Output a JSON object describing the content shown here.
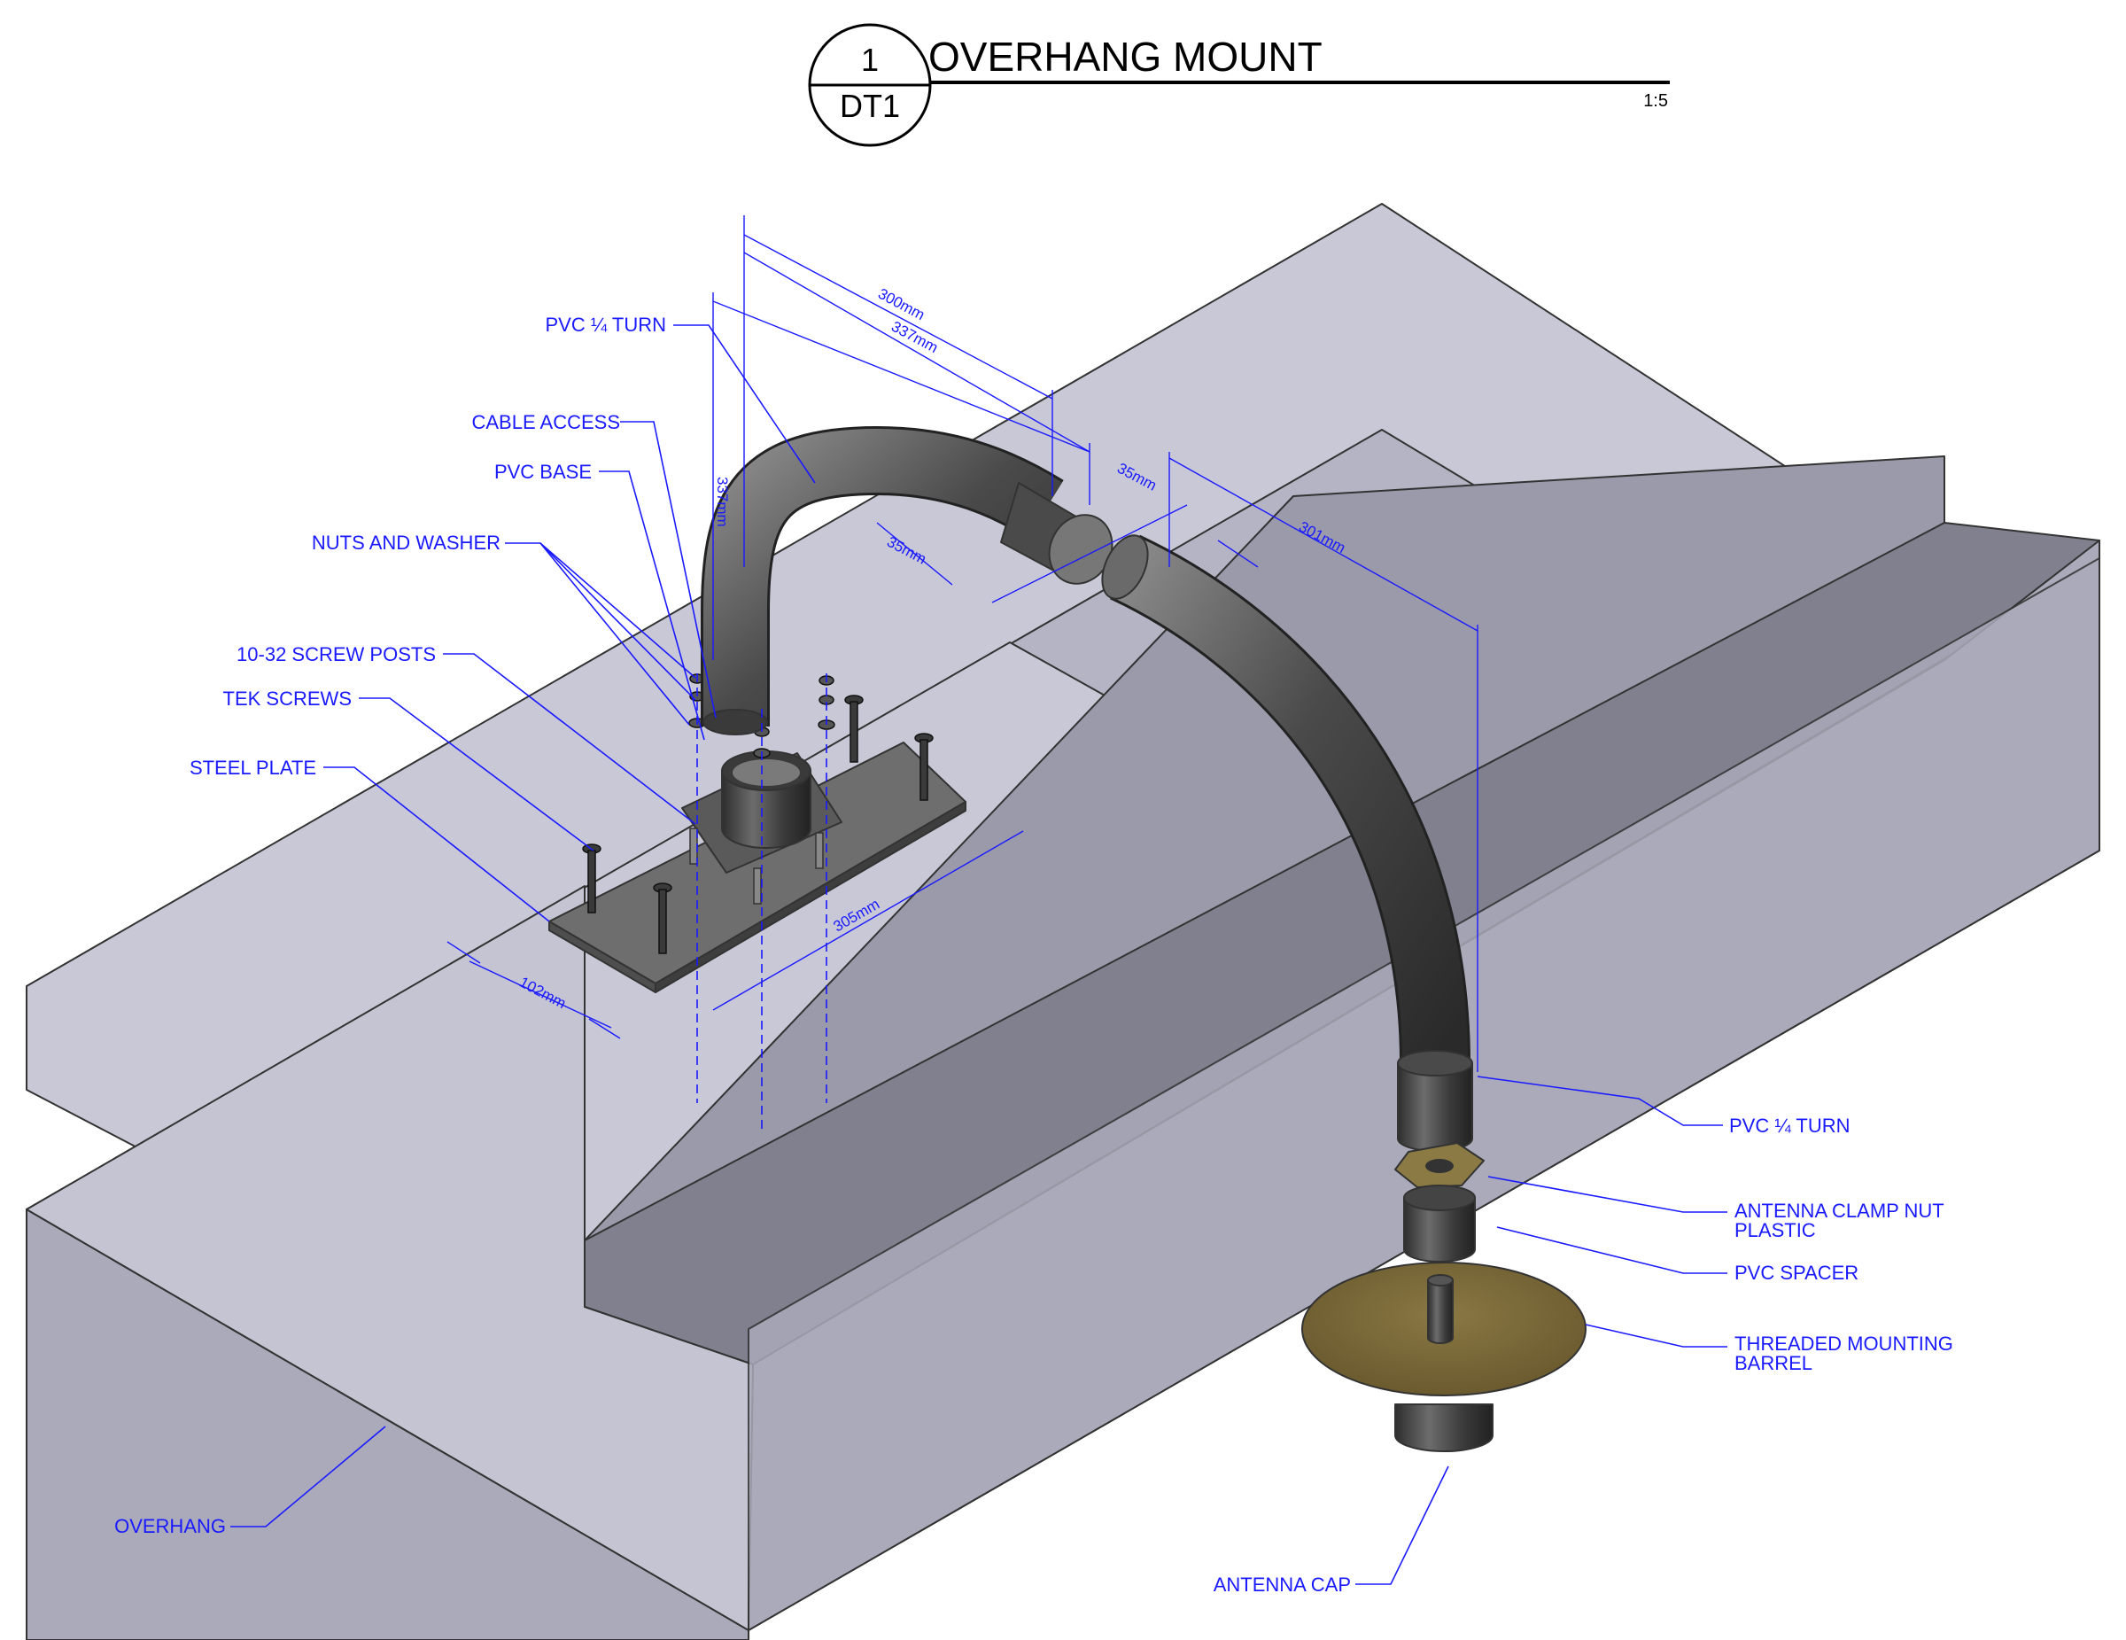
{
  "title_block": {
    "detail_number": "1",
    "sheet": "DT1",
    "title": "OVERHANG MOUNT",
    "scale": "1:5"
  },
  "callouts": {
    "pvc_quarter_turn_top": "PVC ¼ TURN",
    "cable_access": "CABLE ACCESS",
    "pvc_base": "PVC BASE",
    "nuts_and_washer": "NUTS AND WASHER",
    "screw_posts": "10-32 SCREW POSTS",
    "tek_screws": "TEK SCREWS",
    "steel_plate": "STEEL PLATE",
    "overhang": "OVERHANG",
    "pvc_quarter_turn_right": "PVC ¼ TURN",
    "antenna_clamp_nut_1": "ANTENNA CLAMP NUT",
    "antenna_clamp_nut_2": "PLASTIC",
    "pvc_spacer": "PVC SPACER",
    "threaded_barrel_1": "THREADED MOUNTING",
    "threaded_barrel_2": "BARREL",
    "antenna_cap": "ANTENNA CAP"
  },
  "dimensions": {
    "d300": "300mm",
    "d337_top": "337mm",
    "d337_vert": "337mm",
    "d35_upper": "35mm",
    "d35_lower": "35mm",
    "d301": "301mm",
    "d305": "305mm",
    "d102": "102mm"
  },
  "colors": {
    "annotation": "#1a1aff",
    "concrete_light": "#c8c8d6",
    "concrete_mid": "#aaaaba",
    "concrete_dark": "#80808e",
    "pvc": "#4a4a4a",
    "plate": "#6e6e6e",
    "cap": "#7b6a3c"
  }
}
